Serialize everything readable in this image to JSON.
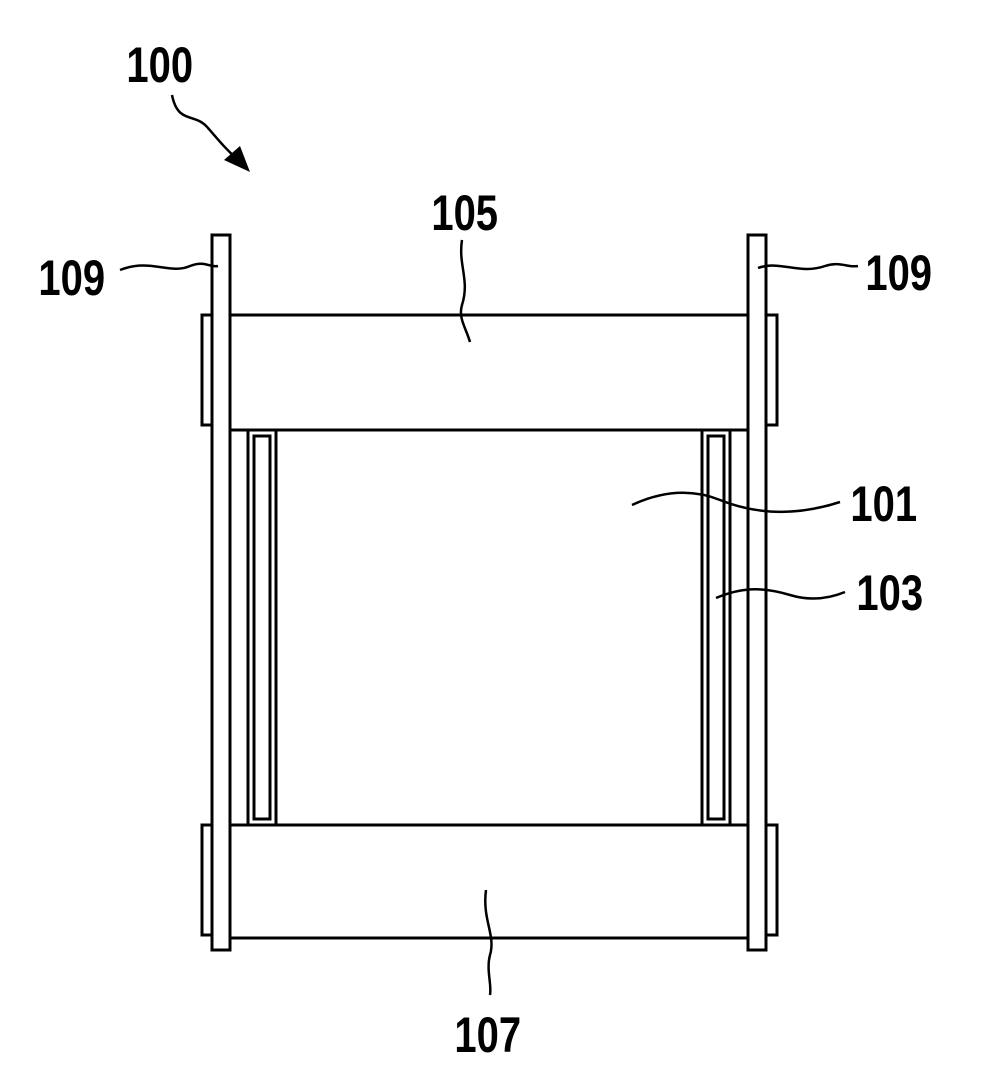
{
  "figure": {
    "labels": {
      "device": "100",
      "core": "101",
      "side_layer": "103",
      "top_plate": "105",
      "bottom_plate": "107",
      "terminal_left": "109",
      "terminal_right": "109"
    }
  }
}
